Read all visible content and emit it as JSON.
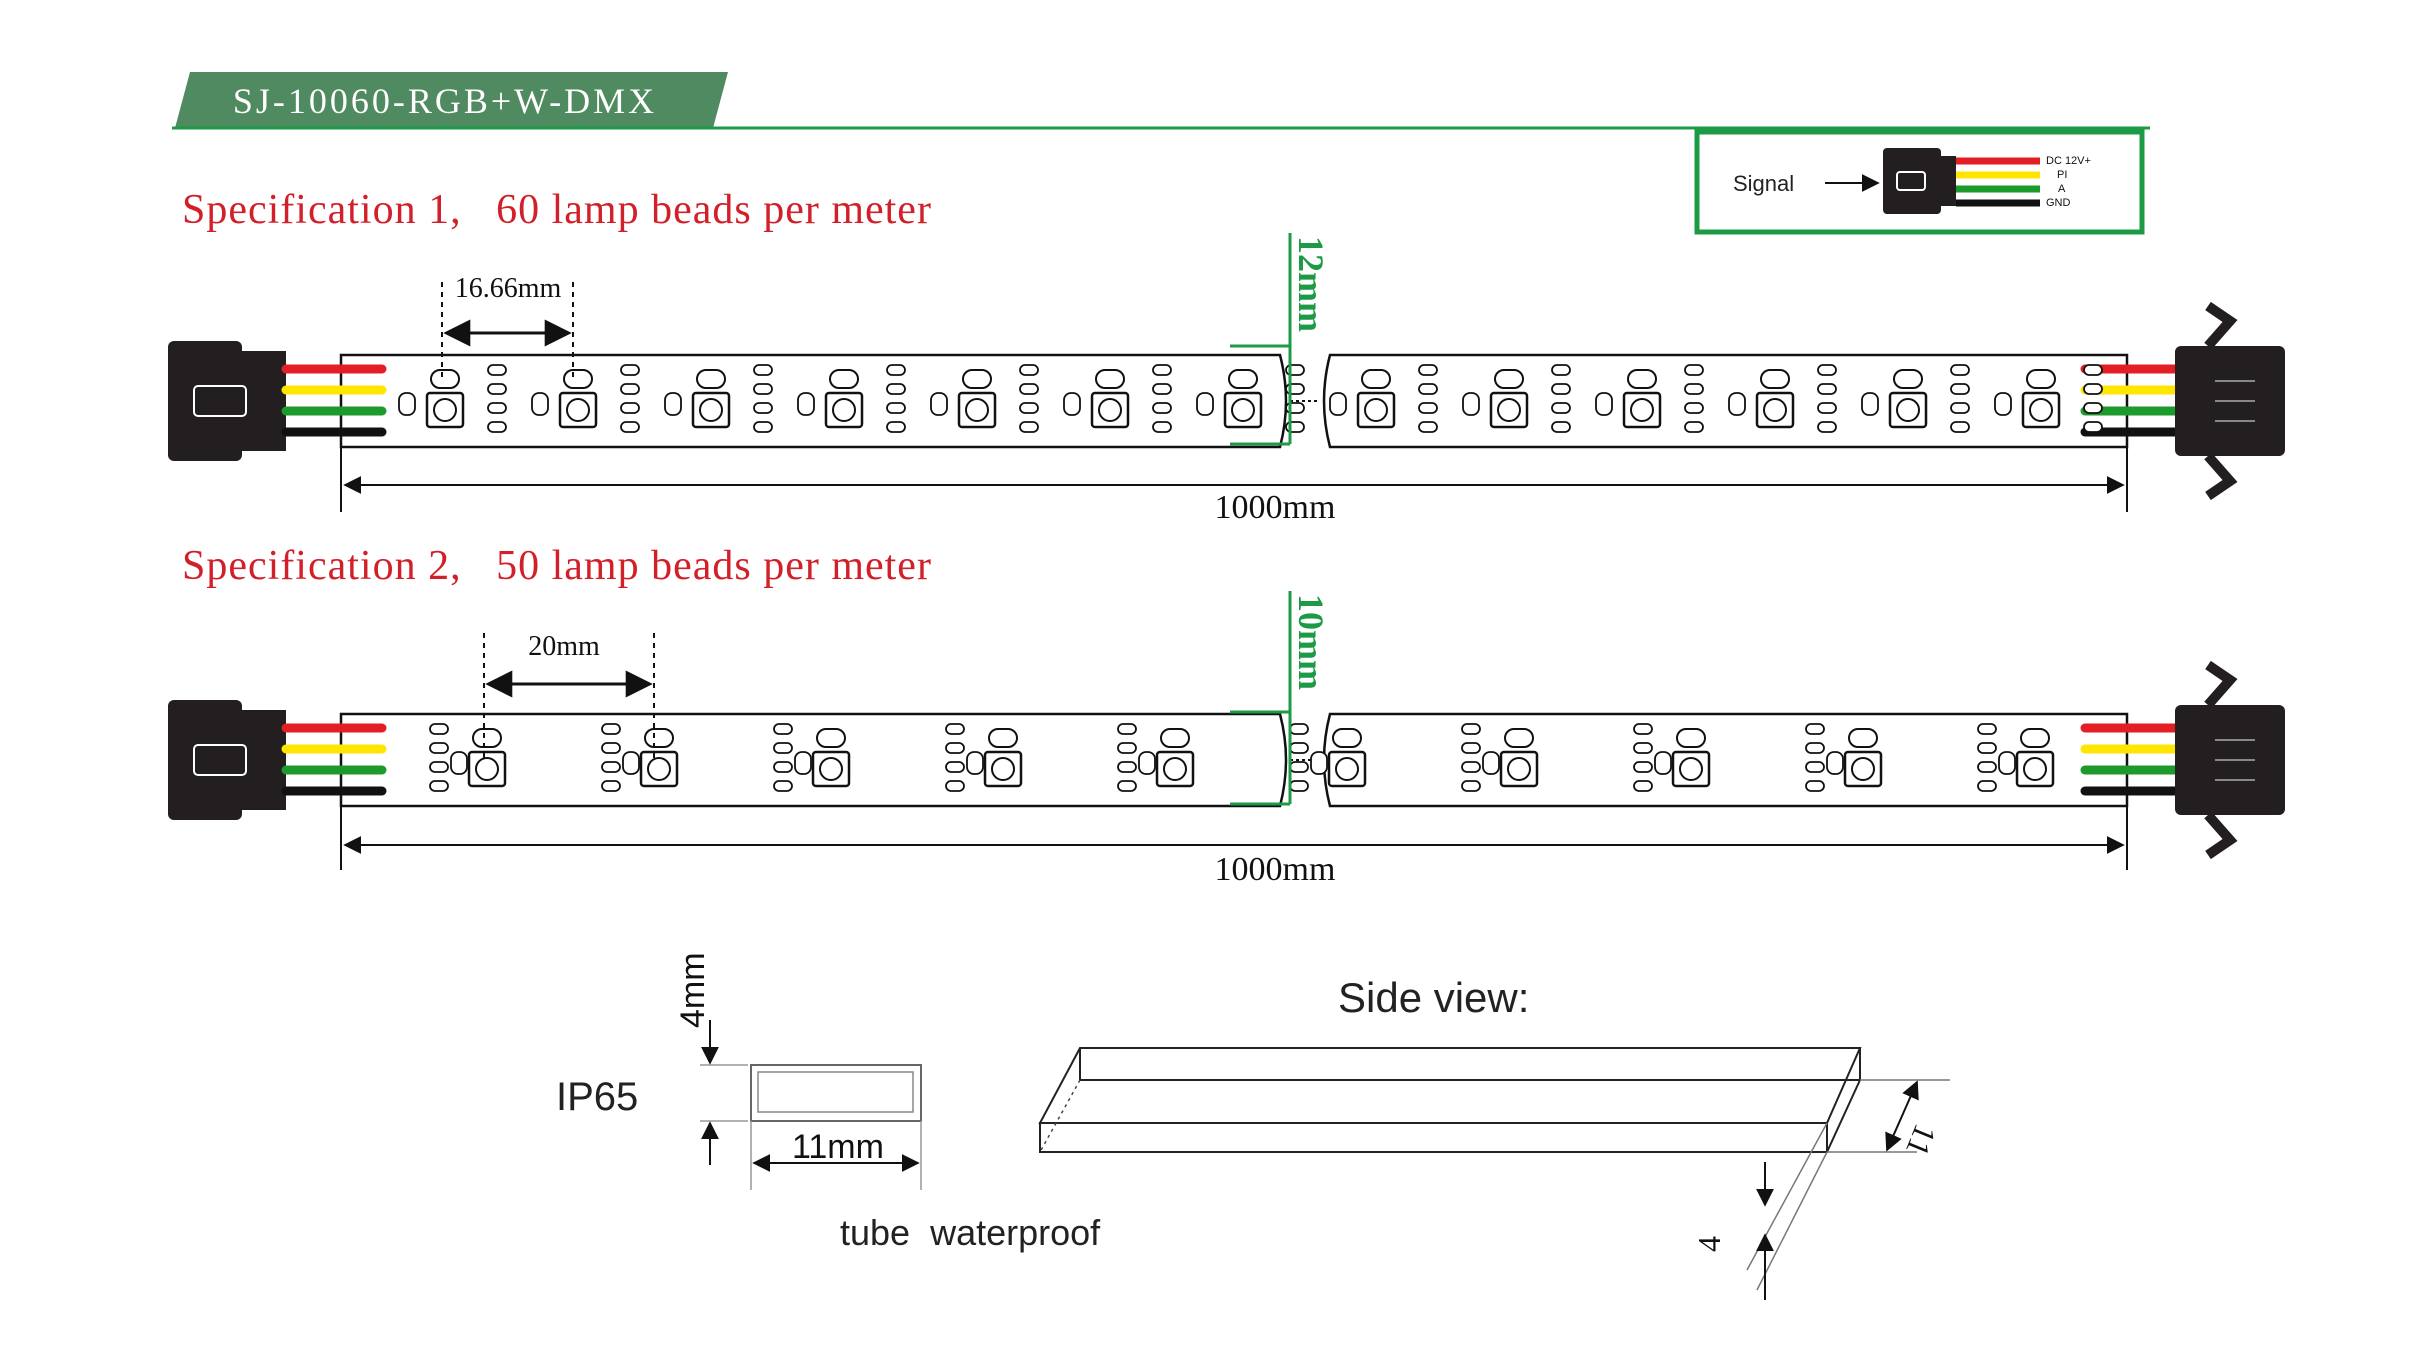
{
  "title_tab": {
    "text": "SJ-10060-RGB+W-DMX",
    "color": "#4f8a60"
  },
  "accent_line_color": "#1d9a46",
  "spec_color": "#d2202a",
  "wire_colors": {
    "red": "#e31e24",
    "yellow": "#ffe600",
    "green": "#1d9a2c",
    "black": "#111111"
  },
  "signal_box": {
    "signal_label": "Signal",
    "pins": [
      "DC 12V+",
      "PI",
      "A",
      "GND"
    ]
  },
  "spec1": {
    "heading": "Specification 1,   60 lamp beads per meter",
    "pitch_label": "16.66mm",
    "width_label": "12mm",
    "length_label": "1000mm"
  },
  "spec2": {
    "heading": "Specification 2,   50 lamp beads per meter",
    "pitch_label": "20mm",
    "width_label": "10mm",
    "length_label": "1000mm"
  },
  "cross_section": {
    "rating": "IP65",
    "height_label": "4mm",
    "width_label": "11mm",
    "caption": "tube  waterproof"
  },
  "side_view": {
    "title": "Side view:",
    "width_label": "11",
    "height_label": "4"
  }
}
